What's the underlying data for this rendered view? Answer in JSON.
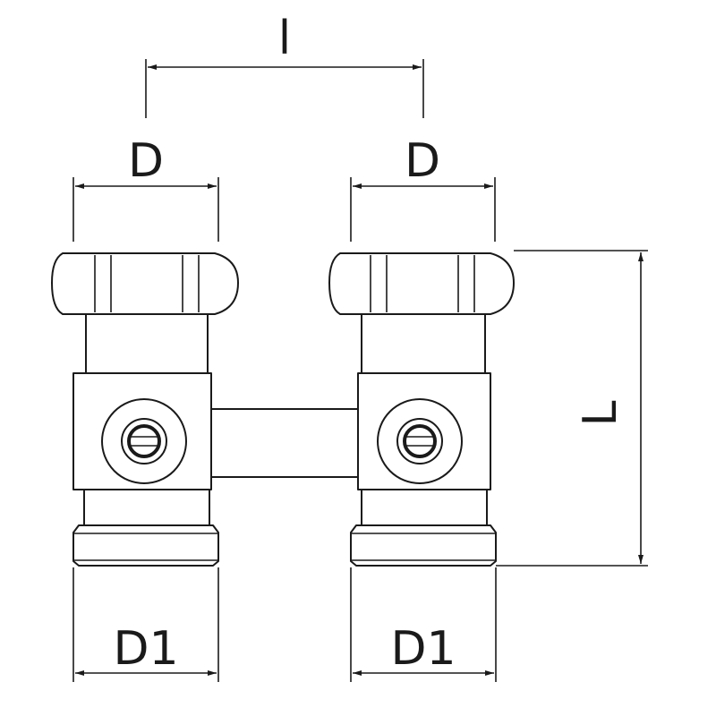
{
  "diagram": {
    "labels": {
      "spacing": "l",
      "inlet_left": "D",
      "inlet_right": "D",
      "outlet_left": "D1",
      "outlet_right": "D1",
      "height": "L"
    },
    "colors": {
      "line": "#1a1a1a",
      "fill": "#ffffff",
      "background": "#ffffff"
    },
    "components": [
      "left-valve-body",
      "right-valve-body",
      "bridge-connector"
    ]
  }
}
